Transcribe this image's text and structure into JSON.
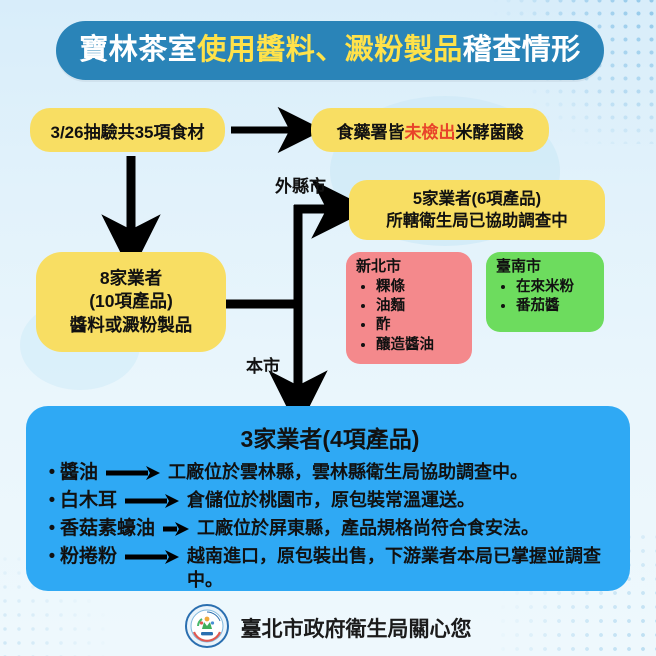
{
  "header": {
    "title_white_1": "寶林茶室",
    "title_yellow": "使用醬料、澱粉製品",
    "title_white_2": "稽查情形",
    "bar_color": "#2a84b8",
    "highlight_color": "#ffe24a"
  },
  "flow": {
    "sampling_box": "3/26抽驗共35項食材",
    "tfda_box": {
      "prefix": "食藥署皆",
      "highlight": "未檢出",
      "suffix": "米酵菌酸",
      "highlight_color": "#e8432a"
    },
    "vendors8_box": {
      "line1": "8家業者",
      "line2": "(10項產品)",
      "line3": "醬料或澱粉製品"
    },
    "branch_label_outer": "外縣市",
    "branch_label_local": "本市",
    "other_city_box": {
      "line1": "5家業者(6項產品)",
      "line2": "所轄衛生局已協助調查中"
    },
    "cities": [
      {
        "name": "新北市",
        "color": "#f4898c",
        "items": [
          "粿條",
          "油麵",
          "酢",
          "釀造醬油"
        ]
      },
      {
        "name": "臺南市",
        "color": "#6ddc5e",
        "items": [
          "在來米粉",
          "番茄醬"
        ]
      }
    ]
  },
  "bottom_panel": {
    "color": "#2fa9f4",
    "title": "3家業者(4項產品)",
    "rows": [
      {
        "term": "醬油",
        "desc": "工廠位於雲林縣，雲林縣衛生局協助調查中。"
      },
      {
        "term": "白木耳",
        "desc": "倉儲位於桃園市，原包裝常溫運送。"
      },
      {
        "term": "香菇素蠔油",
        "desc": "工廠位於屏東縣，產品規格尚符合食安法。"
      },
      {
        "term": "粉捲粉",
        "desc": "越南進口，原包裝出售，下游業者本局已掌握並調查中。"
      }
    ]
  },
  "footer": {
    "logo": "taipei-health-department-seal-icon",
    "text": "臺北市政府衛生局關心您"
  }
}
